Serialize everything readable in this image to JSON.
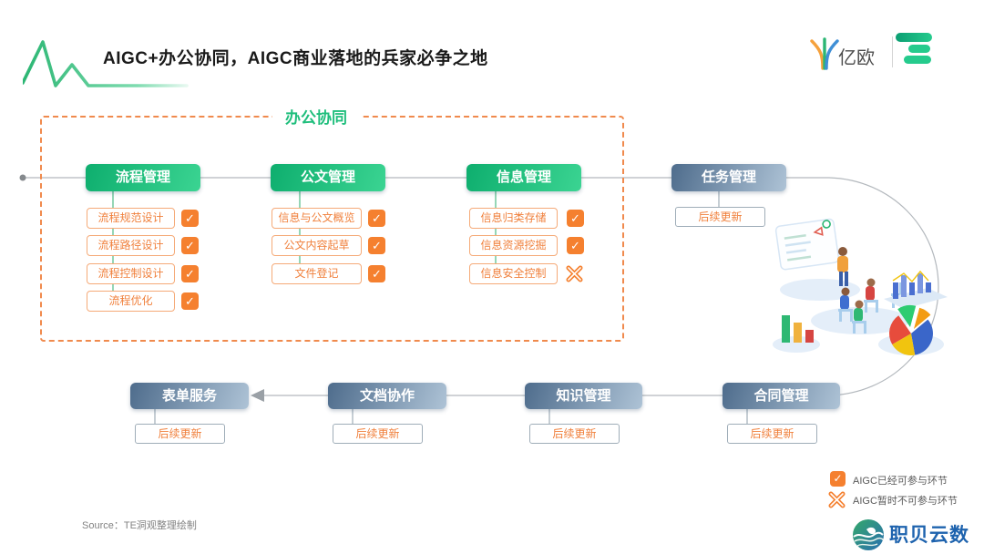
{
  "header": {
    "title": "AIGC+办公协同，AIGC商业落地的兵家必争之地",
    "brand_right": "亿欧"
  },
  "diagram": {
    "group_label": "办公协同",
    "columns": [
      {
        "title": "流程管理",
        "items": [
          {
            "label": "流程规范设计",
            "mark": "check"
          },
          {
            "label": "流程路径设计",
            "mark": "check"
          },
          {
            "label": "流程控制设计",
            "mark": "check"
          },
          {
            "label": "流程优化",
            "mark": "check"
          }
        ]
      },
      {
        "title": "公文管理",
        "items": [
          {
            "label": "信息与公文概览",
            "mark": "check"
          },
          {
            "label": "公文内容起草",
            "mark": "check"
          },
          {
            "label": "文件登记",
            "mark": "check"
          }
        ]
      },
      {
        "title": "信息管理",
        "items": [
          {
            "label": "信息归类存储",
            "mark": "check"
          },
          {
            "label": "信息资源挖掘",
            "mark": "check"
          },
          {
            "label": "信息安全控制",
            "mark": "cross"
          }
        ]
      },
      {
        "title": "任务管理",
        "note": "后续更新"
      }
    ],
    "bottom_row": [
      {
        "title": "表单服务",
        "note": "后续更新"
      },
      {
        "title": "文档协作",
        "note": "后续更新"
      },
      {
        "title": "知识管理",
        "note": "后续更新"
      },
      {
        "title": "合同管理",
        "note": "后续更新"
      }
    ]
  },
  "legend": [
    {
      "mark": "check",
      "label": "AIGC已经可参与环节"
    },
    {
      "mark": "cross",
      "label": "AIGC暂时不可参与环节"
    }
  ],
  "footer": {
    "source": "Source：TE洞观整理绘制",
    "brand": "职贝云数"
  },
  "icons": {
    "check_glyph": "✓"
  },
  "colors": {
    "accent_orange": "#F0803C",
    "checkbox_orange": "#F5802F",
    "dashed_border": "#F08A4D",
    "green_dark": "#0EAE6E",
    "green_light": "#3BD492",
    "gray_box_dark": "#4E6C8C",
    "gray_box_light": "#AEC3D6",
    "brand_blue": "#1E63AE",
    "line_gray": "#B3B8BD",
    "line_green": "#5CBF8F"
  }
}
